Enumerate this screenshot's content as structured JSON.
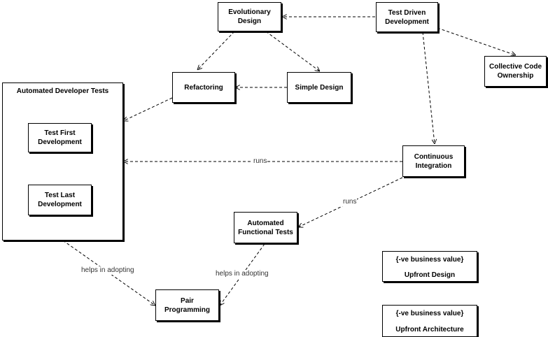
{
  "nodes": {
    "evolutionary_design": [
      "Evolutionary",
      "Design"
    ],
    "test_driven_development": [
      "Test Driven",
      "Development"
    ],
    "collective_code_ownership": [
      "Collective Code",
      "Ownership"
    ],
    "refactoring": [
      "Refactoring"
    ],
    "simple_design": [
      "Simple Design"
    ],
    "continuous_integration": [
      "Continuous",
      "Integration"
    ],
    "automated_functional_tests": [
      "Automated",
      "Functional Tests"
    ],
    "pair_programming": [
      "Pair",
      "Programming"
    ],
    "test_first_development": [
      "Test First",
      "Development"
    ],
    "test_last_development": [
      "Test Last",
      "Development"
    ]
  },
  "group": {
    "title": "Automated Developer Tests"
  },
  "negative_value": {
    "tag": "{-ve business value}",
    "upfront_design": "Upfront Design",
    "upfront_architecture": "Upfront Architecture"
  },
  "edge_labels": {
    "runs_ci_to_tests": "runs",
    "runs_ci_to_functional": "runs",
    "helps_tests": "helps in adopting",
    "helps_functional": "helps in adopting"
  },
  "colors": {
    "line": "#000000",
    "background": "#ffffff"
  }
}
